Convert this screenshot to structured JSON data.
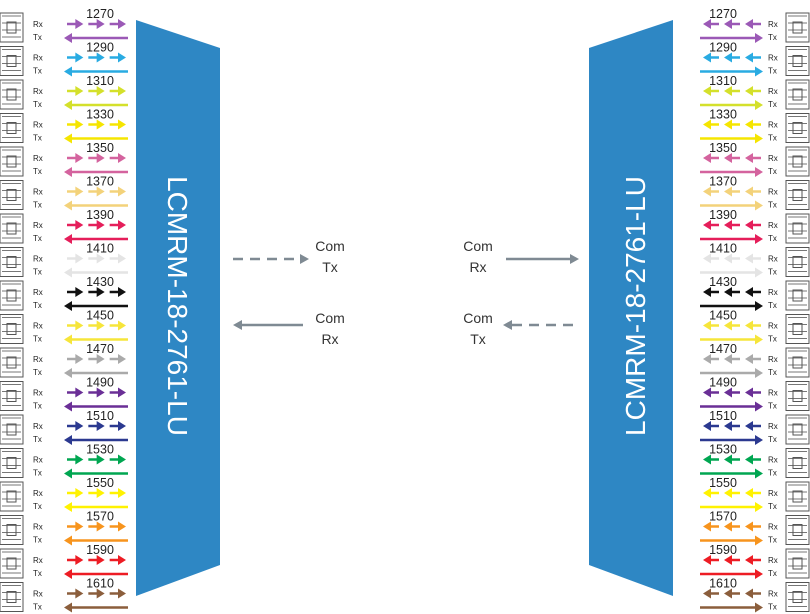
{
  "left_mux": {
    "label": "LCMRM-18-2761-LU",
    "com_tx": [
      "Com",
      "Tx"
    ],
    "com_rx": [
      "Com",
      "Rx"
    ]
  },
  "right_mux": {
    "label": "LCMRM-18-2761-LU",
    "com_rx": [
      "Com",
      "Rx"
    ],
    "com_tx": [
      "Com",
      "Tx"
    ]
  },
  "port_labels": {
    "rx": "Rx",
    "tx": "Tx"
  },
  "channels": [
    {
      "wavelength": "1270",
      "color": "#9b59b6"
    },
    {
      "wavelength": "1290",
      "color": "#29abe2"
    },
    {
      "wavelength": "1310",
      "color": "#d4e02b"
    },
    {
      "wavelength": "1330",
      "color": "#f5e500"
    },
    {
      "wavelength": "1350",
      "color": "#d4639e"
    },
    {
      "wavelength": "1370",
      "color": "#f3d27a"
    },
    {
      "wavelength": "1390",
      "color": "#e51e5a"
    },
    {
      "wavelength": "1410",
      "color": "#e4e4e4"
    },
    {
      "wavelength": "1430",
      "color": "#111111"
    },
    {
      "wavelength": "1450",
      "color": "#f6e53a"
    },
    {
      "wavelength": "1470",
      "color": "#aaaaaa"
    },
    {
      "wavelength": "1490",
      "color": "#6a2f96"
    },
    {
      "wavelength": "1510",
      "color": "#2b3990"
    },
    {
      "wavelength": "1530",
      "color": "#00a651"
    },
    {
      "wavelength": "1550",
      "color": "#fff200"
    },
    {
      "wavelength": "1570",
      "color": "#f7941d"
    },
    {
      "wavelength": "1590",
      "color": "#ed1c24"
    },
    {
      "wavelength": "1610",
      "color": "#8b5e3c"
    }
  ],
  "colors": {
    "mux_fill": "#2e87c4",
    "com_arrow": "#7f8a93",
    "connector": "#555555"
  }
}
